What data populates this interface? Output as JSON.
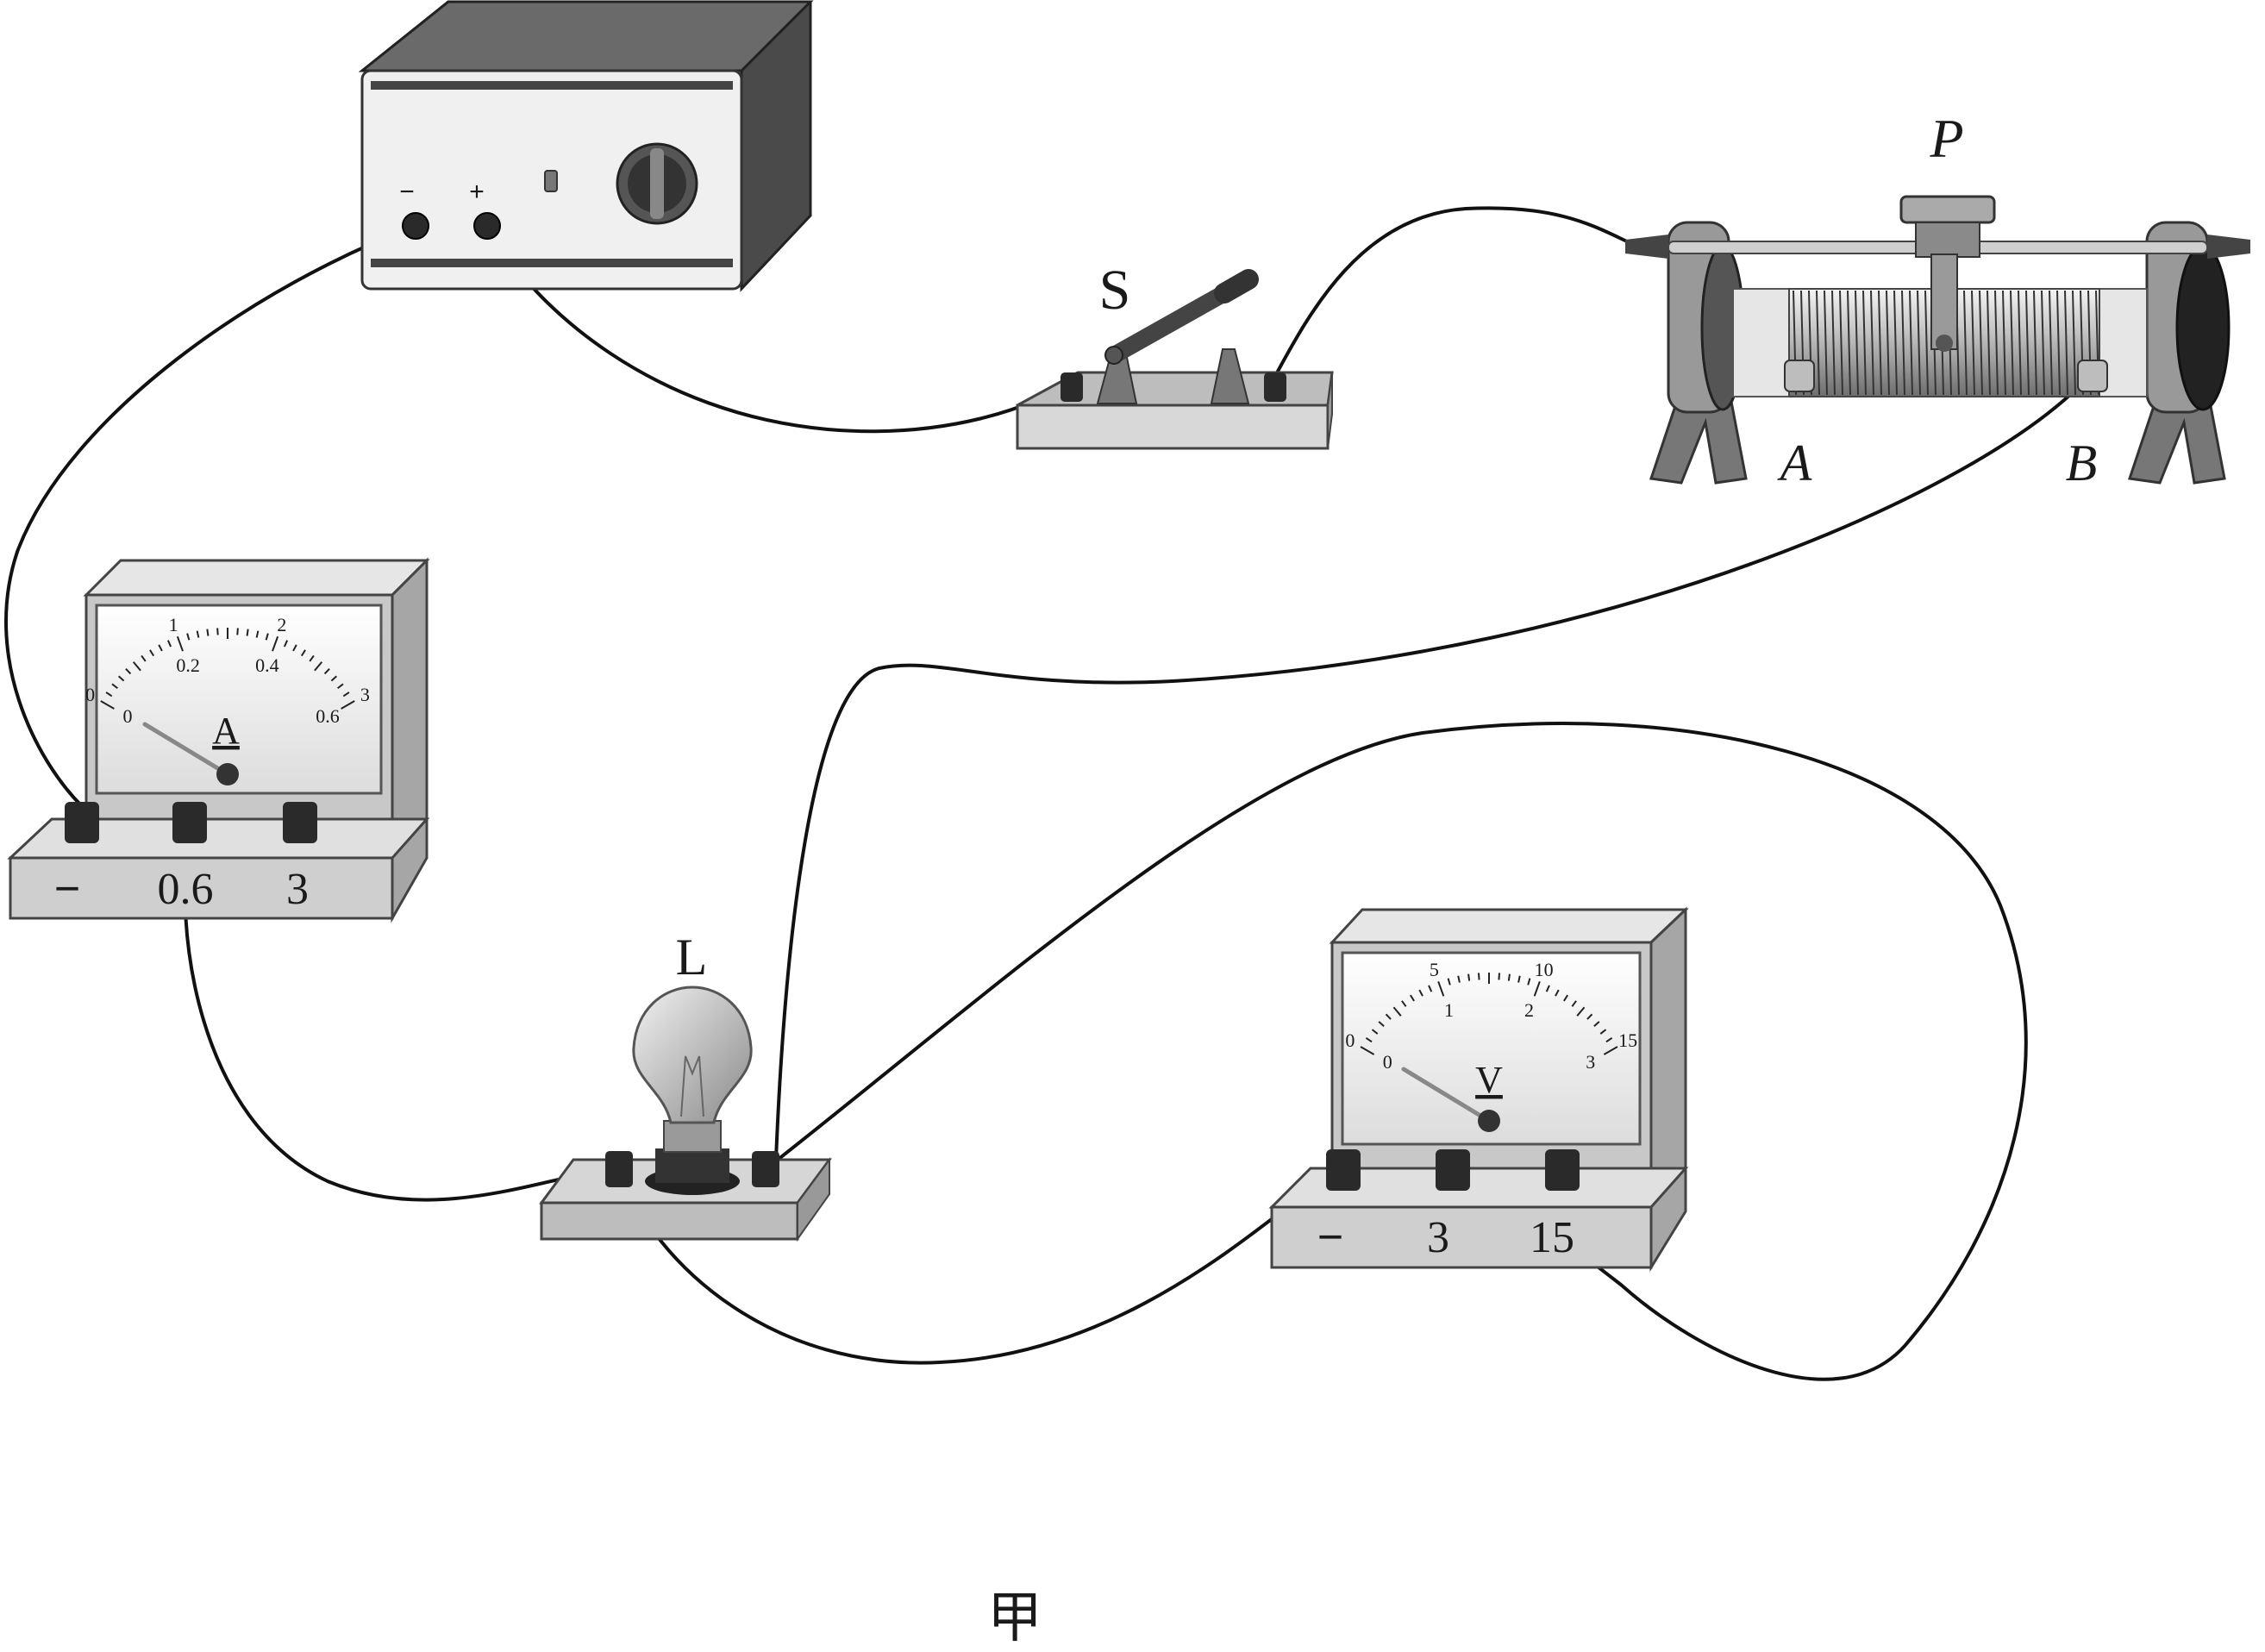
{
  "caption": "甲",
  "power_supply": {
    "minus_label": "−",
    "plus_label": "+"
  },
  "switch": {
    "label": "S"
  },
  "rheostat": {
    "slider_label": "P",
    "terminal_a_label": "A",
    "terminal_b_label": "B"
  },
  "ammeter": {
    "symbol": "A",
    "terminal_labels": [
      "−",
      "0.6",
      "3"
    ],
    "scale_top": [
      "0",
      "1",
      "2",
      "3"
    ],
    "scale_bottom": [
      "0",
      "0.2",
      "0.4",
      "0.6"
    ]
  },
  "bulb": {
    "label": "L"
  },
  "voltmeter": {
    "symbol": "V",
    "terminal_labels": [
      "−",
      "3",
      "15"
    ],
    "scale_top": [
      "0",
      "5",
      "10",
      "15"
    ],
    "scale_bottom": [
      "0",
      "1",
      "2",
      "3"
    ]
  },
  "colors": {
    "wire": "#111111",
    "panel_dark": "#4a4a4a",
    "panel_light": "#d9d9d9"
  }
}
